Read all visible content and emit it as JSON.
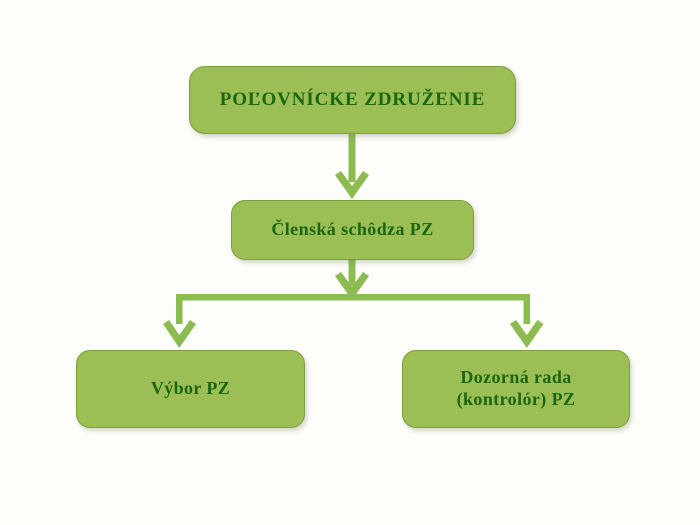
{
  "diagram": {
    "type": "organizational-chart",
    "title": "POĽOVNÍCKE ZDRUŽENIE",
    "background_color": "#fdfdfa",
    "node_fill_color": "#9cbf55",
    "node_border_color": "#7d9d41",
    "text_color": "#1a6611",
    "connector_color": "#8cbb50",
    "nodes": [
      {
        "id": "root",
        "label": "POĽOVNÍCKE ZDRUŽENIE",
        "level": 0
      },
      {
        "id": "assembly",
        "label": "Členská schôdza PZ",
        "level": 1
      },
      {
        "id": "committee",
        "label": "Výbor PZ",
        "level": 2
      },
      {
        "id": "supervisory",
        "label": "Dozorná rada\n(kontrolór) PZ",
        "level": 2
      }
    ],
    "edges": [
      {
        "from": "root",
        "to": "assembly",
        "style": "arrow-down"
      },
      {
        "from": "assembly",
        "to": "committee",
        "style": "elbow-arrow-down"
      },
      {
        "from": "assembly",
        "to": "supervisory",
        "style": "elbow-arrow-down"
      }
    ]
  }
}
